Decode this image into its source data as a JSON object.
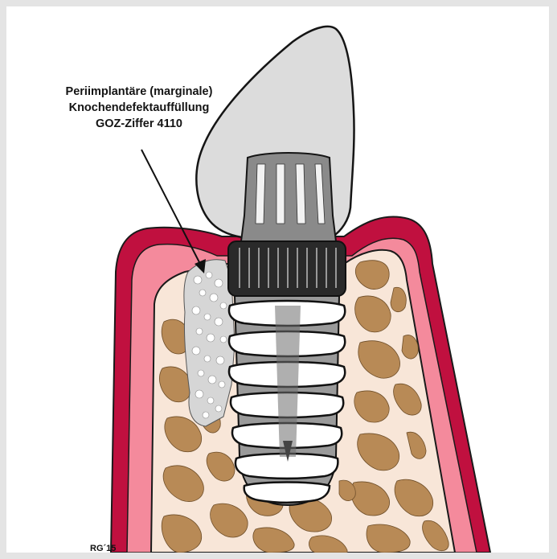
{
  "annotation": {
    "lines": [
      "Periimplantäre (marginale)",
      "Knochendefektauffüllung",
      "GOZ-Ziffer 4110"
    ]
  },
  "signature": "RG´15",
  "colors": {
    "gingiva_outer": "#c0103f",
    "gingiva_inner": "#f48a9c",
    "bone": "#b88a56",
    "bone_background": "#f8e6d8",
    "crown": "#dcdcdc",
    "abutment": "#8a8a8a",
    "collar": "#2a2a2a",
    "graft": "#d6d6d6"
  },
  "icons": [
    "crown-icon",
    "abutment-icon",
    "implant-icon",
    "bone-graft-icon",
    "gingiva-icon",
    "arrow-icon"
  ]
}
